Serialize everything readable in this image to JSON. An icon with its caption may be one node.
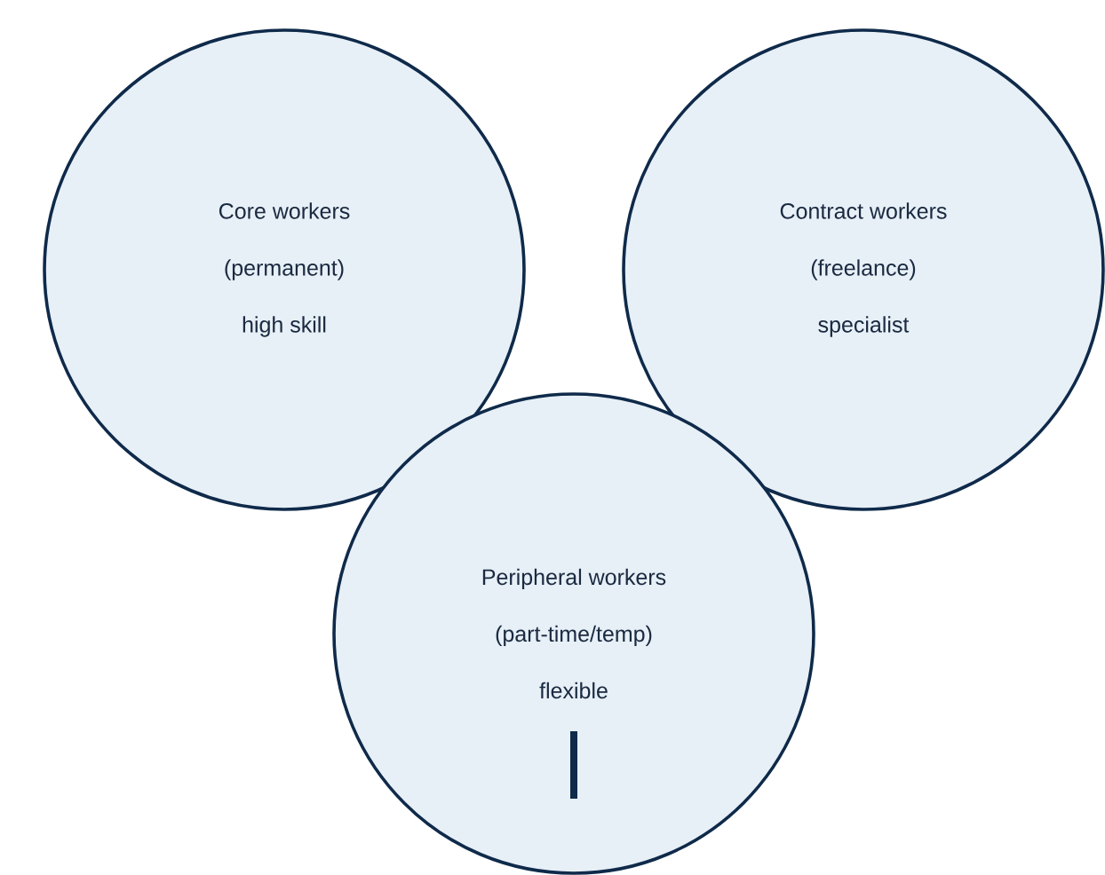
{
  "diagram": {
    "nodes": [
      {
        "text": [
          "Core workers",
          "(permanent)",
          "high skill"
        ]
      },
      {
        "text": [
          "Contract workers",
          "(freelance)",
          "specialist"
        ]
      },
      {
        "text": [
          "Peripheral workers",
          "(part-time/temp)",
          "flexible"
        ]
      }
    ]
  }
}
